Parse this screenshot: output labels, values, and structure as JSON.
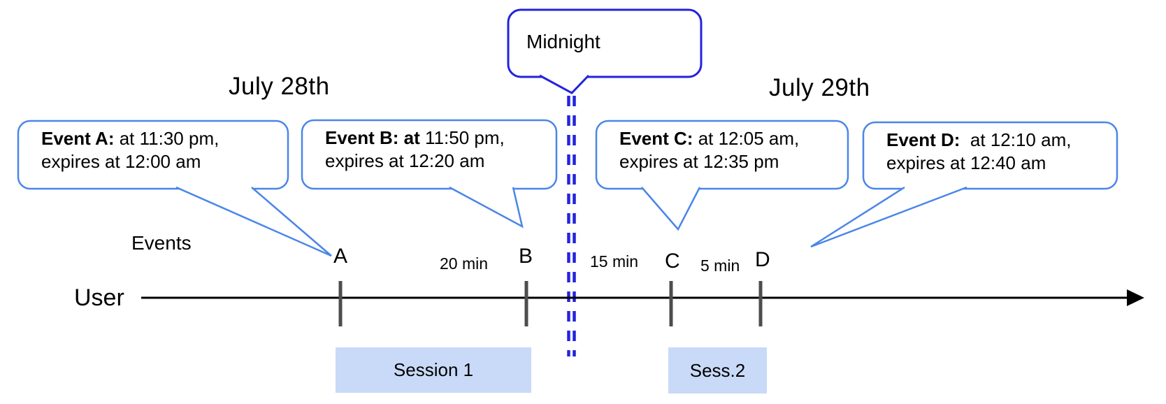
{
  "diagram": {
    "title_left": "July 28th",
    "title_right": "July 29th",
    "midnight_label": "Midnight",
    "axis": {
      "events_label": "Events",
      "user_label": "User"
    },
    "event_bubbles": [
      {
        "marker": "A",
        "bold": "Event A:",
        "rest": " at 11:30 pm,",
        "line2": "expires at 12:00 am"
      },
      {
        "marker": "B",
        "bold": "Event B: at",
        "rest": " 11:50 pm,",
        "line2": "expires at 12:20 am"
      },
      {
        "marker": "C",
        "bold": "Event C:",
        "rest": " at 12:05 am,",
        "line2": "expires at 12:35 pm"
      },
      {
        "marker": "D",
        "bold": "Event D:",
        "rest": "  at 12:10 am,",
        "line2": "expires at 12:40 am"
      }
    ],
    "intervals": [
      {
        "label": "20 min"
      },
      {
        "label": "15 min"
      },
      {
        "label": "5 min"
      }
    ],
    "sessions": [
      {
        "label": "Session 1"
      },
      {
        "label": "Sess.2"
      }
    ],
    "colors": {
      "event_bubble_border": "#4a86e8",
      "midnight_blue": "#2323dd",
      "session_fill": "#c9daf8",
      "tick_gray": "#4d4d4d",
      "timeline": "#000000"
    }
  }
}
